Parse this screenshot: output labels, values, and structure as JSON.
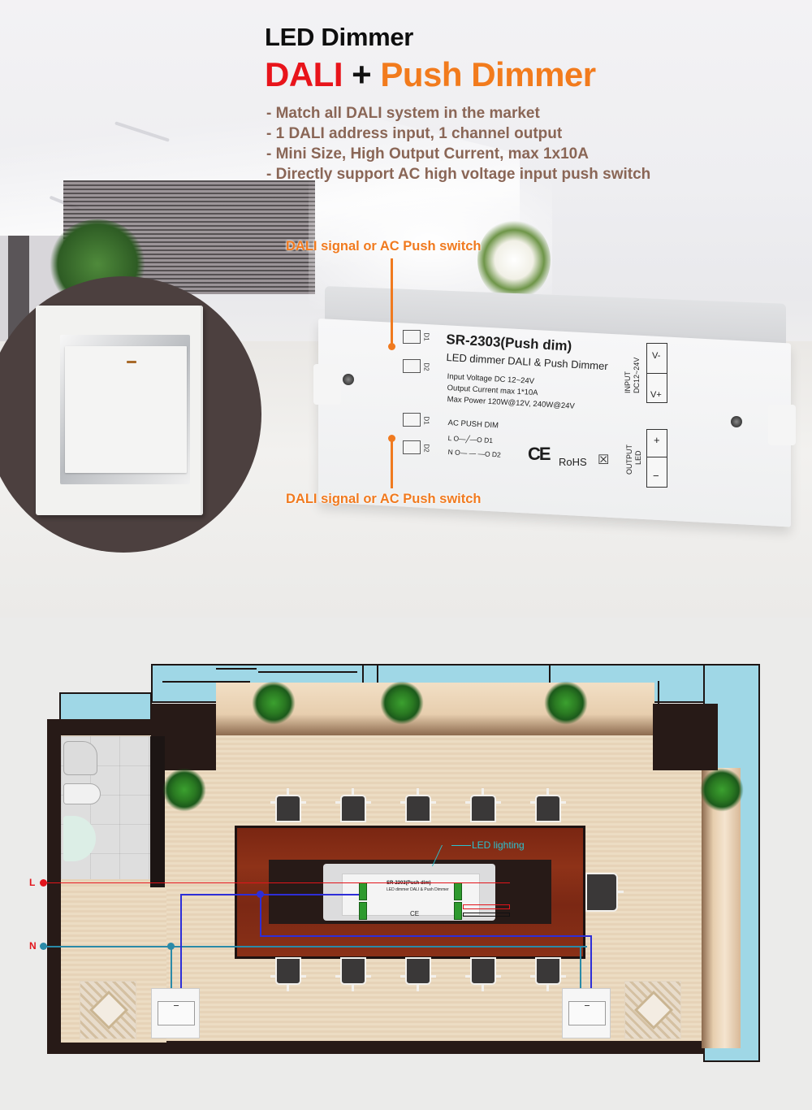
{
  "header": {
    "title": "LED Dimmer",
    "subtitle_dali": "DALI",
    "subtitle_plus": "+",
    "subtitle_push": "Push Dimmer"
  },
  "features": [
    "- Match all DALI system in the market",
    "- 1 DALI address input, 1 channel output",
    "- Mini Size, High Output Current, max 1x10A",
    "- Directly support AC high voltage input push switch"
  ],
  "callouts": {
    "top": "DALI signal or AC Push switch",
    "bottom": "DALI signal or AC Push switch"
  },
  "device": {
    "model": "SR-2303(Push dim)",
    "description": "LED dimmer DALI & Push Dimmer",
    "specs": [
      "Input Voltage DC 12~24V",
      "Output Current max 1*10A",
      "Max Power 120W@12V, 240W@24V"
    ],
    "ac_push_dim_label": "AC PUSH DIM",
    "wiring": [
      "L O—╱—O D1",
      "N O— — —O D2"
    ],
    "terminal_labels": [
      "D1",
      "D2",
      "D1",
      "D2"
    ],
    "input_label": "INPUT",
    "input_voltage": "DC12~24V",
    "input_terminals": [
      "V-",
      "V+"
    ],
    "output_label": "OUTPUT",
    "output_sub": "LED",
    "output_terminals": [
      "+",
      "−"
    ],
    "ce_mark": "CE",
    "rohs_mark": "RoHS",
    "weee_icon": "☒"
  },
  "floor_plan": {
    "line_labels": {
      "live": "L",
      "neutral": "N"
    },
    "led_lighting_label": "LED lighting",
    "mini_device_model": "SR-2303(Push dim)",
    "mini_device_sub": "LED dimmer DALI & Push Dimmer",
    "colors": {
      "live_wire": "#e2141b",
      "neutral_wire": "#2a8aa8",
      "signal_wire": "#2e2ed8",
      "window_blue": "#9fd7e6",
      "wall_dark": "#271a17",
      "table_wood": "#7e2a14",
      "led_label": "#2bc2cf"
    }
  },
  "colors": {
    "dali_red": "#e8141b",
    "push_orange": "#f27b1d",
    "feature_brown": "#8a6656",
    "callout_orange": "#f07a1f"
  }
}
